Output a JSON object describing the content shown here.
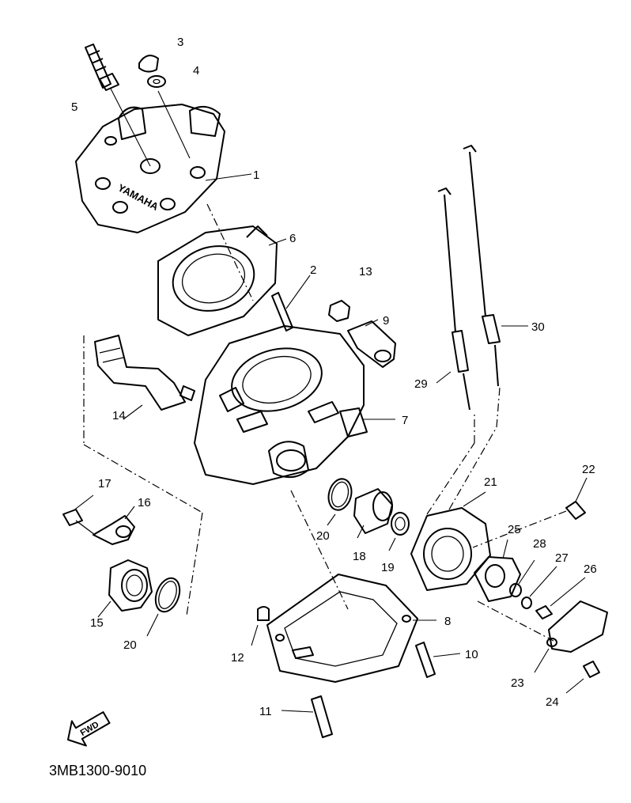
{
  "diagram": {
    "callouts": [
      "1",
      "2",
      "3",
      "4",
      "5",
      "6",
      "7",
      "8",
      "9",
      "10",
      "11",
      "12",
      "13",
      "14",
      "15",
      "16",
      "17",
      "18",
      "19",
      "20",
      "20",
      "21",
      "22",
      "23",
      "24",
      "25",
      "26",
      "27",
      "28",
      "29",
      "30"
    ],
    "cylinder_head_lettering": "YAMAHA",
    "fwd_arrow_label": "FWD",
    "part_number": "3MB1300-9010"
  },
  "colors": {
    "ink": "#000000",
    "paper": "#ffffff"
  },
  "icons": [
    "fwd-arrow-icon"
  ]
}
